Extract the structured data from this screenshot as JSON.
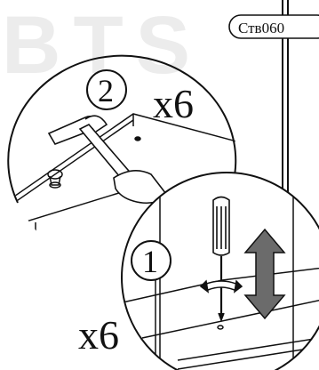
{
  "watermark": {
    "text": "BTS"
  },
  "part_label": {
    "text": "Ств060"
  },
  "step_2": {
    "number": "2",
    "quantity": "x6",
    "tool_icon": "hammer-icon"
  },
  "step_1": {
    "number": "1",
    "quantity": "x6",
    "tool_icon": "screwdriver-icon",
    "rotate_icon": "rotate-arrows-icon",
    "updown_icon": "up-down-arrow-icon"
  },
  "colors": {
    "ink": "#111111",
    "arrow_fill": "#6b6b6b",
    "watermark": "#ececec"
  }
}
